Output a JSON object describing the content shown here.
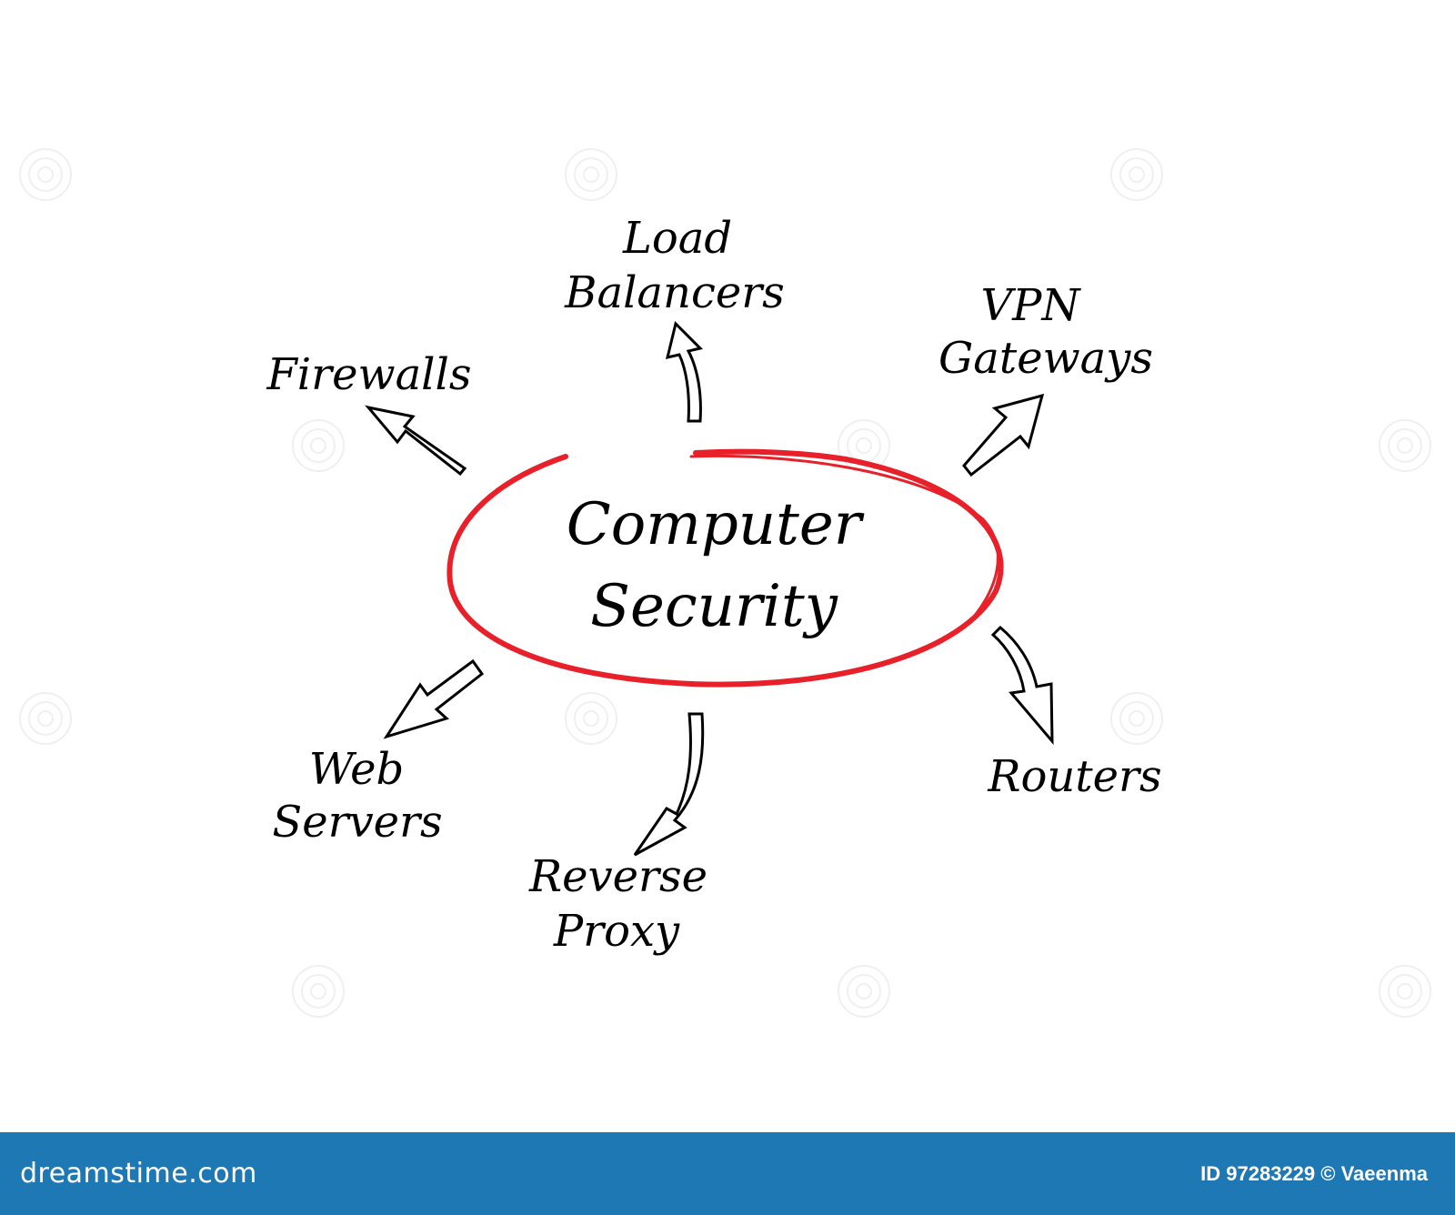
{
  "diagram": {
    "center": {
      "line1": "Computer",
      "line2": "Security",
      "ring_color": "#e8202a"
    },
    "nodes": [
      {
        "id": "firewalls",
        "lines": [
          "Firewalls"
        ]
      },
      {
        "id": "load-balancers",
        "lines": [
          "Load",
          "Balancers"
        ]
      },
      {
        "id": "vpn-gateways",
        "lines": [
          "VPN",
          "Gateways"
        ]
      },
      {
        "id": "routers",
        "lines": [
          "Routers"
        ]
      },
      {
        "id": "reverse-proxy",
        "lines": [
          "Reverse",
          "Proxy"
        ]
      },
      {
        "id": "web-servers",
        "lines": [
          "Web",
          "Servers"
        ]
      }
    ],
    "edges": [
      {
        "from": "center",
        "to": "firewalls"
      },
      {
        "from": "center",
        "to": "load-balancers"
      },
      {
        "from": "center",
        "to": "vpn-gateways"
      },
      {
        "from": "center",
        "to": "routers"
      },
      {
        "from": "center",
        "to": "reverse-proxy"
      },
      {
        "from": "center",
        "to": "web-servers"
      }
    ]
  },
  "footer": {
    "logo": "dreamstime.com",
    "credit": "ID 97283229 © Vaeenma",
    "background_color": "#1e78b4"
  }
}
